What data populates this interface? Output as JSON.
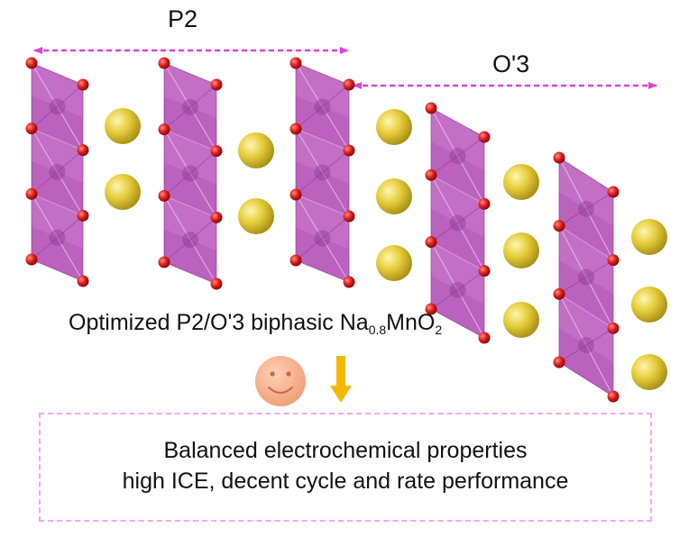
{
  "labels": {
    "phase_a": "P2",
    "phase_b": "O'3"
  },
  "caption": {
    "prefix": "Optimized P2/O'3 biphasic Na",
    "sub1": "0.8",
    "middle": "MnO",
    "sub2": "2"
  },
  "result": {
    "title": "Balanced electrochemical properties",
    "description": "high ICE, decent cycle and rate performance"
  },
  "colors": {
    "octahedron": "#b04cb4",
    "oxygen": "#d01818",
    "sodium": "#d8c030",
    "arrow_dimension": "#e040d8",
    "arrow_down": "#f5b800",
    "smiley": "#f5a57c",
    "box_border": "#f2a8ee"
  },
  "icons": {
    "smiley": "smiley-face-icon",
    "down_arrow": "down-arrow-icon"
  }
}
